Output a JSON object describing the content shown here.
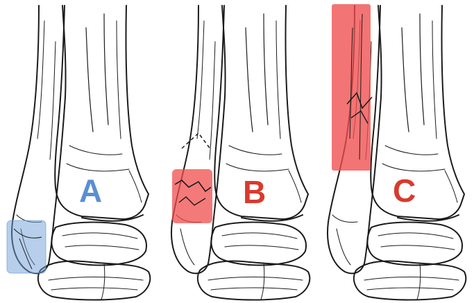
{
  "panels": [
    {
      "id": "A",
      "label": "A",
      "color": "#5b8fd0",
      "highlight_color": "#6f9fd6",
      "highlight_region": "distal-fibula-tip"
    },
    {
      "id": "B",
      "label": "B",
      "color": "#d93a2e",
      "highlight_color": "#f04d4d",
      "highlight_region": "fibula-at-syndesmosis"
    },
    {
      "id": "C",
      "label": "C",
      "color": "#d93a2e",
      "highlight_color": "#f04d4d",
      "highlight_region": "proximal-fibula-shaft"
    }
  ],
  "line_color": "#1a1a1a",
  "background": "#ffffff"
}
